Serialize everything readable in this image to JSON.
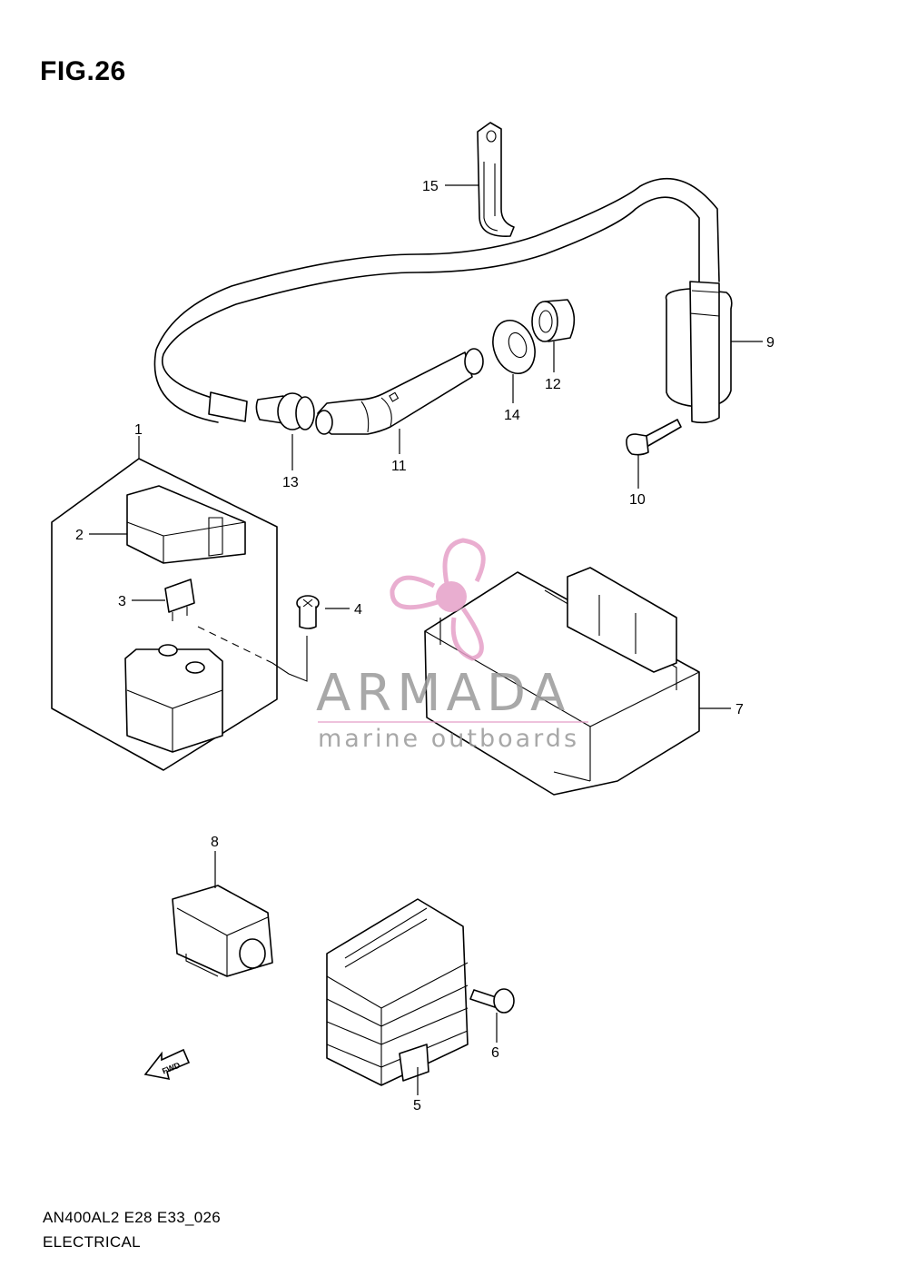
{
  "figure": {
    "title": "FIG.26"
  },
  "callouts": [
    {
      "id": "1",
      "label": "1"
    },
    {
      "id": "2",
      "label": "2"
    },
    {
      "id": "3",
      "label": "3"
    },
    {
      "id": "4",
      "label": "4"
    },
    {
      "id": "5",
      "label": "5"
    },
    {
      "id": "6",
      "label": "6"
    },
    {
      "id": "7",
      "label": "7"
    },
    {
      "id": "8",
      "label": "8"
    },
    {
      "id": "9",
      "label": "9"
    },
    {
      "id": "10",
      "label": "10"
    },
    {
      "id": "11",
      "label": "11"
    },
    {
      "id": "12",
      "label": "12"
    },
    {
      "id": "13",
      "label": "13"
    },
    {
      "id": "14",
      "label": "14"
    },
    {
      "id": "15",
      "label": "15"
    }
  ],
  "fwd_arrow": {
    "label": "FWD"
  },
  "watermark": {
    "brand": "ARMADA",
    "tagline": "marine outboards",
    "color": "#e6a0c8"
  },
  "footer": {
    "code": "AN400AL2 E28 E33_026",
    "section": "ELECTRICAL"
  }
}
